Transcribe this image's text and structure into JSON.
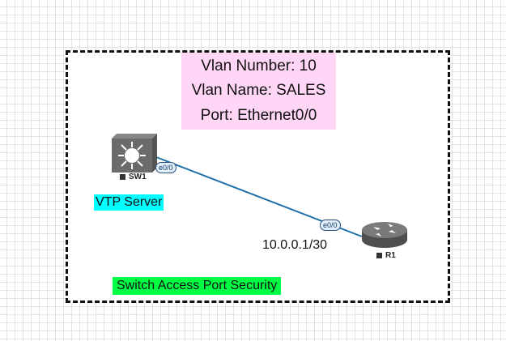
{
  "diagram": {
    "info_box": {
      "lines": [
        "Vlan Number: 10",
        "Vlan Name: SALES",
        "Port: Ethernet0/0"
      ],
      "color": "#ffd6f5"
    },
    "devices": {
      "sw1": {
        "name": "SW1",
        "type": "layer3-switch-icon",
        "role_label": "VTP Server",
        "role_color": "#00ffff"
      },
      "r1": {
        "name": "R1",
        "type": "router-icon",
        "ip": "10.0.0.1/30"
      }
    },
    "link": {
      "a_port": "e0/0",
      "b_port": "e0/0",
      "color": "#1f6fa8"
    },
    "zone_label": {
      "text": "Switch Access Port Security",
      "color": "#00ff44"
    }
  }
}
